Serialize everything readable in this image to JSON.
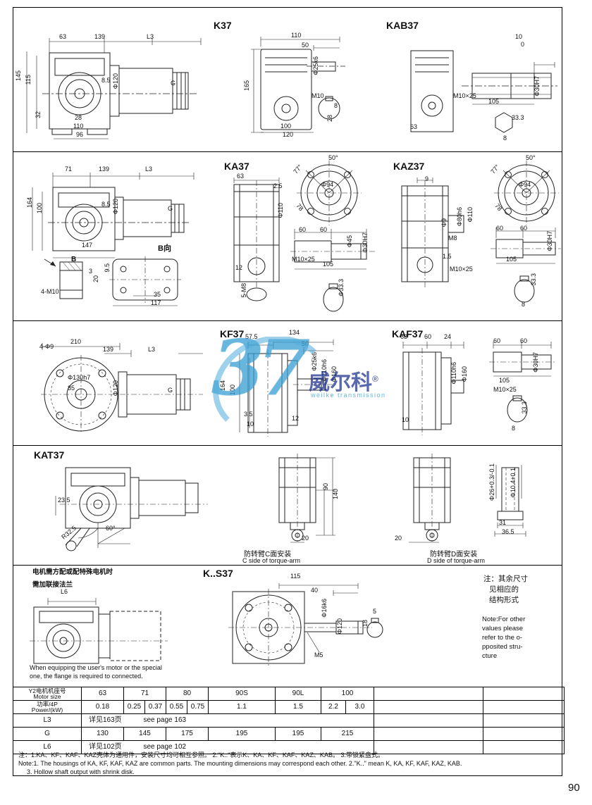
{
  "page_number": "90",
  "watermark": {
    "big": "37",
    "brand": "威尔科",
    "reg": "®",
    "sub": "weilke transmission"
  },
  "titles": {
    "k37": "K37",
    "kab37": "KAB37",
    "ka37": "KA37",
    "kaz37": "KAZ37",
    "kf37": "KF37",
    "kaf37": "KAF37",
    "kat37": "KAT37",
    "ks37": "K..S37"
  },
  "labels": {
    "b_view": "B向",
    "b_arrow": "B",
    "c_arm_zh": "防转臂C面安装",
    "c_arm_en": "C side of torque-arm",
    "d_arm_zh": "防转臂D面安装",
    "d_arm_en": "D side of torque-arm",
    "flange_zh1": "电机需方配或配特殊电机时",
    "flange_zh2": "需加联接法兰",
    "flange_en1": "When equipping the user's motor or the special",
    "flange_en2": "one, the flange is required to connected.",
    "side_zh1": "注：其余尺寸",
    "side_zh2": "见相应的",
    "side_zh3": "结构形式",
    "side_en1": "Note:For other",
    "side_en2": "values please",
    "side_en3": "refer to the o-",
    "side_en4": "pposited stru-",
    "side_en5": "cture"
  },
  "dims": {
    "k37_side": [
      "63",
      "139",
      "L3",
      "145",
      "115",
      "8.5",
      "Φ120",
      "G",
      "32",
      "28",
      "110",
      "96"
    ],
    "k37_front": [
      "110",
      "50",
      "Φ25k6",
      "165",
      "M10",
      "8",
      "28",
      "100",
      "120"
    ],
    "kab37": [
      "10",
      "0",
      "M10×25",
      "105",
      "Φ30H7",
      "33.3",
      "63",
      "8"
    ],
    "ka37_side": [
      "71",
      "139",
      "L3",
      "164",
      "100",
      "8.5",
      "Φ120",
      "G",
      "147"
    ],
    "ka37_bview": [
      "3",
      "20",
      "4-M10",
      "9.5",
      "35",
      "117"
    ],
    "ka37_front": [
      "63",
      "2.5",
      "Φ110",
      "12",
      "5-M8"
    ],
    "ka37_flange": [
      "50°",
      "77°",
      "Φ94",
      "78"
    ],
    "ka37_shaft": [
      "60",
      "60",
      "Φ45",
      "Φ30H7",
      "M10×25",
      "105",
      "Φ33.3"
    ],
    "kaz37_front": [
      "9",
      "Φ9",
      "M8",
      "Φ80h6",
      "Φ110",
      "1.5",
      "M10×25"
    ],
    "kaz37_flange": [
      "50°",
      "77°",
      "Φ94",
      "78"
    ],
    "kaz37_shaft": [
      "60",
      "60",
      "Φ30H7",
      "105",
      "33.3",
      "8"
    ],
    "kf37_side": [
      "4-Φ9",
      "210",
      "139",
      "L3",
      "Φ130h7",
      "85",
      "Φ120",
      "G"
    ],
    "kf37_front": [
      "57.5",
      "134",
      "50",
      "Φ25k6",
      "Φ110h6",
      "Φ160",
      "164",
      "100",
      "3.5",
      "10",
      "12"
    ],
    "kaf37_front": [
      "63",
      "60",
      "24",
      "Φ110h6",
      "Φ160",
      "10"
    ],
    "kaf37_shaft": [
      "60",
      "60",
      "105",
      "Φ30H7",
      "M10×25",
      "33.3",
      "8"
    ],
    "kat37_side": [
      "23.5",
      "R32.5",
      "60°"
    ],
    "kat37_c": [
      "90",
      "140",
      "20"
    ],
    "kat37_d": [
      "20"
    ],
    "kat37_bush": [
      "Φ26+0.3/-0.1",
      "Φ10.4+0.1",
      "31",
      "36.5"
    ],
    "ks37": [
      "115",
      "40",
      "Φ16k6",
      "Φ120",
      "M5",
      "5",
      "18"
    ],
    "flange_drawing": [
      "L6"
    ]
  },
  "table": {
    "motor_label_zh": "Y2电机机座号",
    "motor_label_en": "Motor size",
    "motor_values": [
      "63",
      "71",
      "80",
      "90S",
      "90L",
      "100"
    ],
    "power_label_zh": "功率/4P",
    "power_label_en": "Power/(kW)",
    "power_values": [
      "0.18",
      "0.25",
      "0.37",
      "0.55",
      "0.75",
      "1.1",
      "1.5",
      "2.2",
      "3.0"
    ],
    "l3_label": "L3",
    "l3_value_zh": "详见163页",
    "l3_value_en": "see page 163",
    "g_label": "G",
    "g_values": [
      "130",
      "145",
      "175",
      "195",
      "195",
      "215"
    ],
    "l6_label": "L6",
    "l6_value_zh": "详见102页",
    "l6_value_en": "see page 102"
  },
  "notes": {
    "zh": "注：1.KA、KF、KAF、KAZ壳体为通用件，安装尺寸均可相互参照。    2.\"K..\"表示K、KA、KF、KAF、KAZ、KAB。    3.带锁紧盘式。",
    "en1": "Note:1. The housings of KA, KF, KAF, KAZ are common parts. The mounting dimensions may correspond each other.  2.\"K..\" mean K, KA, KF, KAF, KAZ, KAB.",
    "en2": "3. Hollow shaft output with shrink disk."
  }
}
